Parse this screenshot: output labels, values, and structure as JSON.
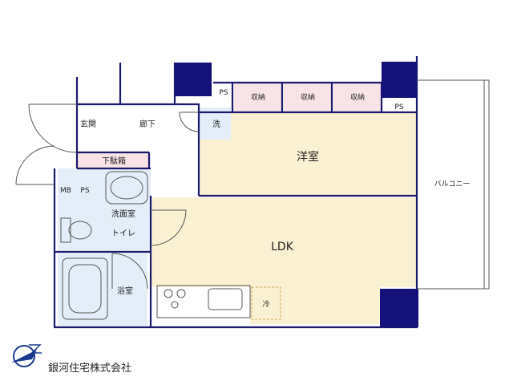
{
  "rooms": {
    "entrance": "玄関",
    "hallway": "廊下",
    "washer": "洗",
    "western_room": "洋室",
    "storage_1": "収納",
    "storage_2": "収納",
    "storage_3": "収納",
    "ps_top": "PS",
    "ps_right": "PS",
    "ps_left": "PS",
    "mb": "MB",
    "shoe_box": "下駄箱",
    "washroom": "洗面室",
    "toilet": "トイレ",
    "bathroom": "浴室",
    "ldk": "LDK",
    "fridge": "冷",
    "balcony": "バルコニー"
  },
  "company": "銀河住宅株式会社",
  "colors": {
    "wall": "#14127a",
    "floor_ldk": "#faf0d2",
    "floor_wet": "#e3eef8",
    "storage": "#f8e3e6",
    "shoe_box": "#f8e3e6"
  }
}
